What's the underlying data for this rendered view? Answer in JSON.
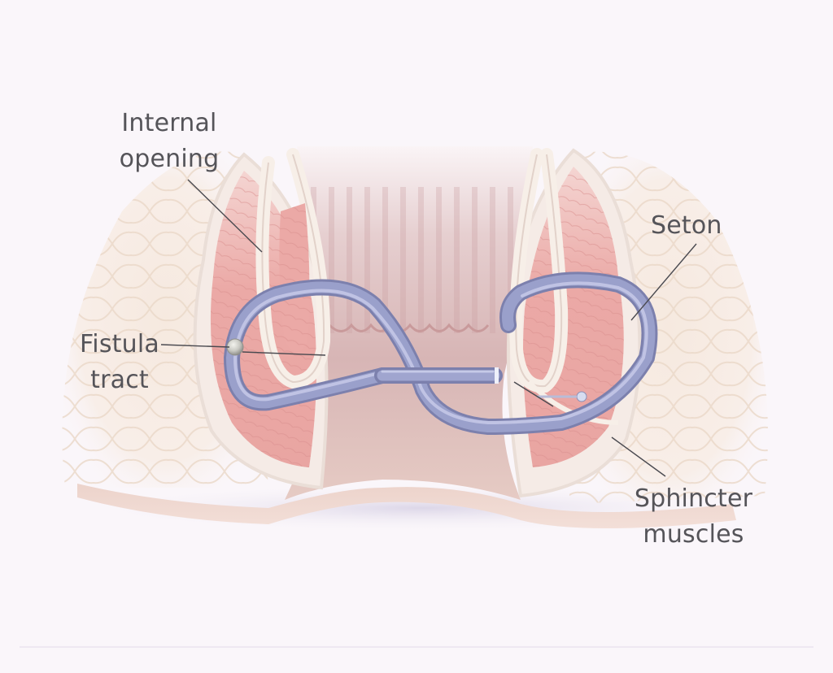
{
  "figure": {
    "subject": "Seton placement through anal fistula tract",
    "background_color": "#faf6fa"
  },
  "labels": {
    "internal_opening": {
      "line1": "Internal",
      "line2": "opening"
    },
    "fistula_tract": {
      "line1": "Fistula",
      "line2": "tract"
    },
    "seton": {
      "line1": "Seton"
    },
    "sphincter_muscles": {
      "line1": "Sphincter",
      "line2": "muscles"
    }
  },
  "colors": {
    "label_text": "#555459",
    "leader_line": "#4a4a50",
    "seton_tube": "#8e93bf",
    "seton_highlight": "#c9ccea",
    "muscle_pink": "#eba9a6",
    "fat_cream": "#f6ebe3",
    "canal_mauve": "#cfaeb2",
    "bead_gray": "#c8c8c2"
  }
}
